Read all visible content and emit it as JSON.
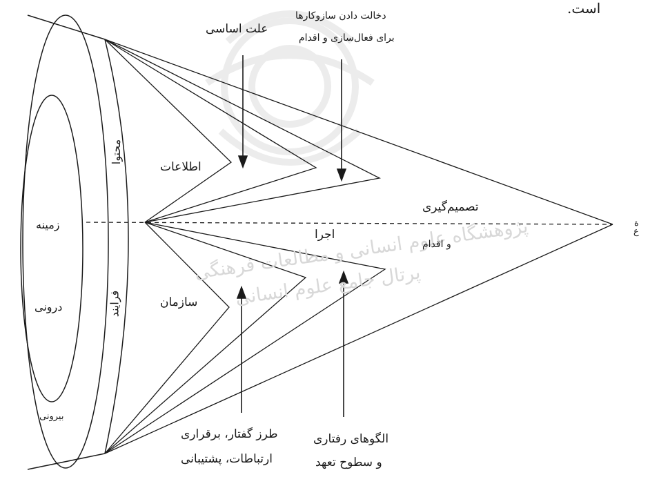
{
  "header": {
    "fragment": "است."
  },
  "outer_cone": {
    "ring_outer_label": "بیرونی",
    "ring_inner_top_label": "زمینه",
    "ring_inner_bottom_label": "درونی"
  },
  "process_labels": {
    "top": "محتوا",
    "bottom": "فرایند"
  },
  "zigzags": {
    "top_inner": "اطلاعات",
    "bottom_inner": "سازمان",
    "middle": "اجرا"
  },
  "apex": {
    "top": "تصمیم‌گیری",
    "bottom": "و اقدام",
    "glyphs": "ة\nﻉ"
  },
  "annotations": {
    "root_cause": "علت اساسی",
    "mechanisms_line1": "دخالت دادن سازوکارها",
    "mechanisms_line2": "برای فعال‌سازی و اقدام",
    "discourse_line1": "طرز گفتار، برقراری",
    "discourse_line2": "ارتباطات، پشتیبانی",
    "behavior_line1": "الگوهای رفتاری",
    "behavior_line2": "و سطوح تعهد"
  },
  "watermark": {
    "line1": "پژوهشگاه علوم انسانی و مطالعات فرهنگی",
    "line2": "پرتال جامع علوم انسانی"
  },
  "colors": {
    "ink": "#1a1a1a",
    "watermark": "#dcdcdc"
  }
}
